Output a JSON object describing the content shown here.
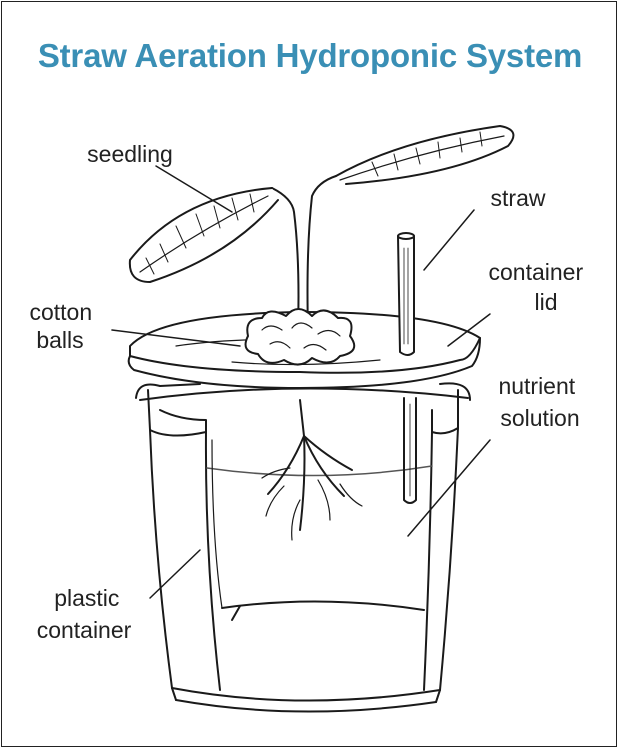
{
  "title": "Straw Aeration Hydroponic System",
  "colors": {
    "title": "#3a8fb5",
    "ink": "#1a1a1a",
    "water_line": "#555555"
  },
  "labels": {
    "seedling": [
      "seedling"
    ],
    "straw": [
      "straw"
    ],
    "container_lid": [
      "container",
      "lid"
    ],
    "cotton_balls": [
      "cotton",
      "balls"
    ],
    "nutrient_solution": [
      "nutrient",
      "solution"
    ],
    "plastic_container": [
      "plastic",
      "container"
    ]
  }
}
